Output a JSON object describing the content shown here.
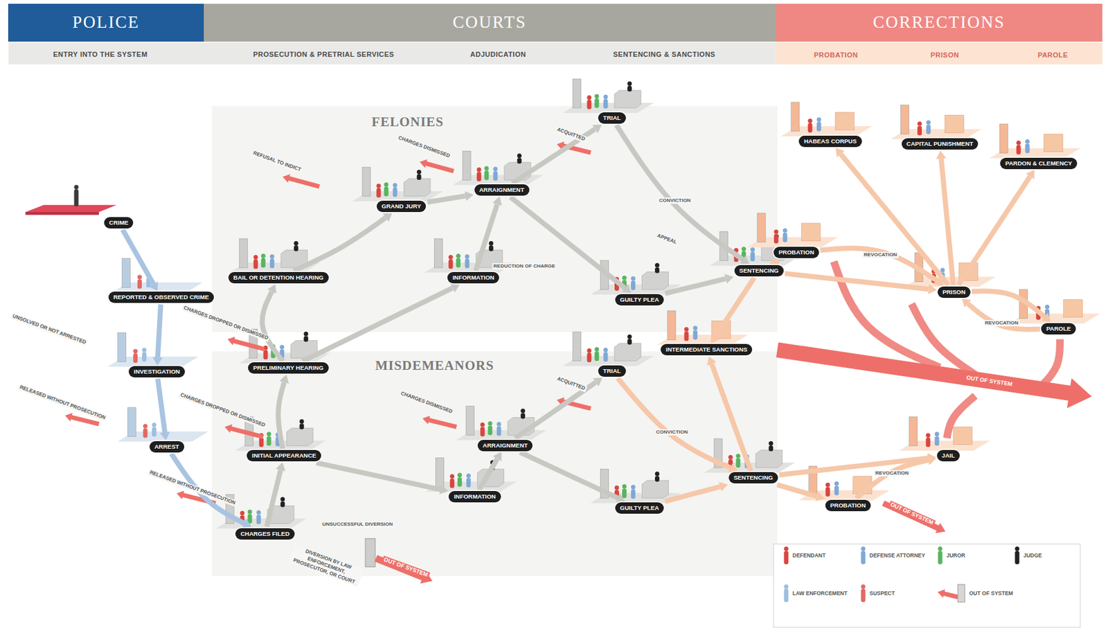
{
  "diagram": {
    "nodes": [
      {
        "text": [
          "POLICE"
        ]
      },
      {
        "text": [
          "COURTS"
        ]
      },
      {
        "text": [
          "CORRECTIONS"
        ]
      },
      {
        "text": [
          "CRIME"
        ]
      },
      {
        "text": [
          "REPORTED & OBSERVED CRIME"
        ]
      },
      {
        "text": [
          "INVESTIGATION"
        ]
      },
      {
        "text": [
          "ARREST"
        ]
      },
      {
        "text": [
          "CHARGES FILED"
        ]
      },
      {
        "text": [
          "INITIAL APPEARANCE"
        ]
      },
      {
        "text": [
          "PRELIMINARY HEARING"
        ]
      },
      {
        "text": [
          "BAIL OR DETENTION HEARING"
        ]
      },
      {
        "text": [
          "GRAND JURY"
        ]
      },
      {
        "text": [
          "INFORMATION"
        ]
      },
      {
        "text": [
          "ARRAIGNMENT"
        ]
      },
      {
        "text": [
          "ARRAIGNMENT"
        ]
      },
      {
        "text": [
          "INFORMATION"
        ]
      },
      {
        "text": [
          "TRIAL"
        ]
      },
      {
        "text": [
          "GUILTY PLEA"
        ]
      },
      {
        "text": [
          "SENTENCING"
        ]
      },
      {
        "text": [
          "TRIAL"
        ]
      },
      {
        "text": [
          "GUILTY PLEA"
        ]
      },
      {
        "text": [
          "SENTENCING"
        ]
      },
      {
        "text": [
          "INTERMEDIATE SANCTIONS"
        ]
      },
      {
        "text": [
          "HABEAS CORPUS"
        ]
      },
      {
        "text": [
          "CAPITAL PUNISHMENT"
        ]
      },
      {
        "text": [
          "PARDON & CLEMENCY"
        ]
      },
      {
        "text": [
          "PROBATION"
        ]
      },
      {
        "text": [
          "PRISON"
        ]
      },
      {
        "text": [
          "PAROLE"
        ]
      },
      {
        "text": [
          "JAIL"
        ]
      },
      {
        "text": [
          "PROBATION"
        ]
      }
    ],
    "edges": [
      {
        "from": 3,
        "to": 4,
        "arrow": "to"
      },
      {
        "from": 4,
        "to": 5,
        "arrow": "to"
      },
      {
        "from": 5,
        "to": 6,
        "arrow": "to"
      },
      {
        "from": 6,
        "to": 7,
        "arrow": "to"
      },
      {
        "from": 7,
        "to": 8,
        "arrow": "to"
      },
      {
        "from": 8,
        "to": 9,
        "arrow": "to"
      },
      {
        "from": 9,
        "to": 10,
        "arrow": "to"
      },
      {
        "from": 10,
        "to": 11,
        "arrow": "to"
      },
      {
        "from": 9,
        "to": 12,
        "arrow": "to"
      },
      {
        "from": 11,
        "to": 13,
        "arrow": "to"
      },
      {
        "from": 12,
        "to": 13,
        "arrow": "to"
      },
      {
        "from": 8,
        "to": 15,
        "arrow": "to"
      },
      {
        "from": 15,
        "to": 14,
        "arrow": "to"
      },
      {
        "from": 13,
        "to": 16,
        "arrow": "to"
      },
      {
        "from": 13,
        "to": 17,
        "arrow": "to"
      },
      {
        "from": 14,
        "to": 19,
        "arrow": "to"
      },
      {
        "from": 14,
        "to": 20,
        "arrow": "to"
      },
      {
        "from": 16,
        "to": 18,
        "label": "CONVICTION",
        "arrow": "to"
      },
      {
        "from": 17,
        "to": 18,
        "arrow": "to"
      },
      {
        "from": 19,
        "to": 21,
        "label": "CONVICTION",
        "arrow": "to"
      },
      {
        "from": 20,
        "to": 21,
        "arrow": "to"
      },
      {
        "from": 18,
        "to": 26,
        "arrow": "to"
      },
      {
        "from": 18,
        "to": 27,
        "arrow": "to"
      },
      {
        "from": 18,
        "to": 22,
        "arrow": "to"
      },
      {
        "from": 21,
        "to": 22,
        "arrow": "to"
      },
      {
        "from": 21,
        "to": 29,
        "arrow": "to"
      },
      {
        "from": 21,
        "to": 30,
        "arrow": "to"
      },
      {
        "from": 26,
        "to": 27,
        "label": "REVOCATION",
        "arrow": "to"
      },
      {
        "from": 27,
        "to": 28,
        "arrow": "to"
      },
      {
        "from": 28,
        "to": 27,
        "label": "REVOCATION",
        "arrow": "to"
      },
      {
        "from": 27,
        "to": 23,
        "arrow": "to"
      },
      {
        "from": 27,
        "to": 24,
        "arrow": "to"
      },
      {
        "from": 27,
        "to": 25,
        "arrow": "to"
      },
      {
        "from": 30,
        "to": 29,
        "label": "REVOCATION",
        "arrow": "to"
      }
    ],
    "labels": [
      "ENTRY INTO THE SYSTEM",
      "PROSECUTION & PRETRIAL SERVICES",
      "ADJUDICATION",
      "SENTENCING & SANCTIONS",
      "PROBATION",
      "PRISON",
      "PAROLE",
      "FELONIES",
      "MISDEMEANORS",
      "UNSOLVED OR NOT ARRESTED",
      "RELEASED WITHOUT PROSECUTION",
      "REFUSAL TO INDICT",
      "CHARGES DISMISSED",
      "CHARGES DROPPED OR DISMISSED",
      "REDUCTION OF CHARGE",
      "ACQUITTED",
      "APPEAL",
      "CHARGES DROPPED OR DISMISSED",
      "CHARGES DISMISSED",
      "ACQUITTED",
      "RELEASED WITHOUT PROSECUTION",
      "UNSUCCESSFUL DIVERSION",
      "DIVERSION BY LAW ENFORCEMENT, PROSECUTOR, OR COURT",
      "OUT OF SYSTEM",
      "OUT OF SYSTEM",
      "OUT OF SYSTEM"
    ],
    "legend": [
      {
        "text": "DEFENDANT"
      },
      {
        "text": "DEFENSE ATTORNEY"
      },
      {
        "text": "JUROR"
      },
      {
        "text": "JUDGE"
      },
      {
        "text": "LAW ENFORCEMENT"
      },
      {
        "text": "SUSPECT"
      },
      {
        "text": "OUT OF SYSTEM"
      }
    ]
  }
}
